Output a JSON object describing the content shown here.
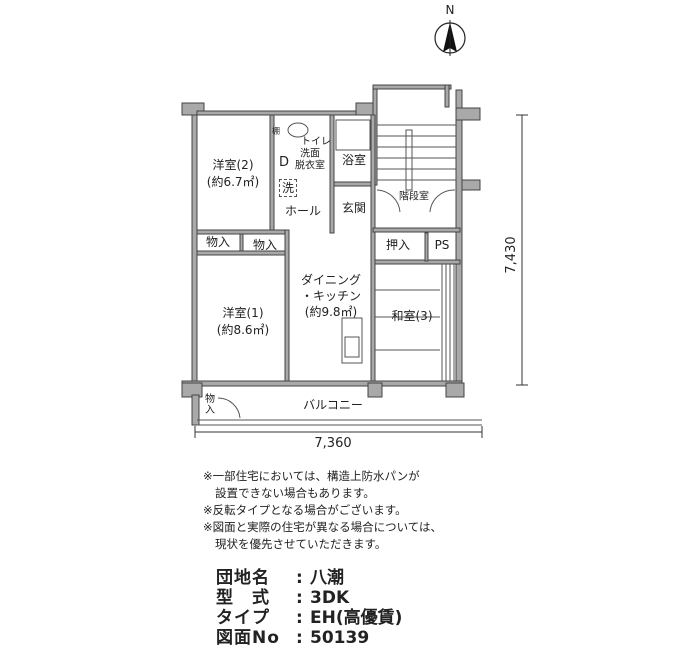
{
  "compass": {
    "label": "N"
  },
  "rooms": {
    "western2": {
      "name": "洋室(2)",
      "area": "(約6.7㎡)"
    },
    "closet_small": "物入",
    "closet_mid": "物入",
    "western1": {
      "name": "洋室(1)",
      "area": "(約8.6㎡)"
    },
    "toilet": "トイレ",
    "washroom": [
      "洗面",
      "脱衣室"
    ],
    "washer": "洗",
    "dryer": "D",
    "shelf": "棚",
    "bath": "浴室",
    "hall": "ホール",
    "entrance": "玄関",
    "stairs": "階段室",
    "dk": {
      "line1": "ダイニング",
      "line2": "・キッチン",
      "area": "(約9.8㎡)"
    },
    "oshiire": "押入",
    "ps": "PS",
    "japanese3": "和室(3)",
    "balcony": "バルコニー",
    "balcony_closet": "物入"
  },
  "dimensions": {
    "width": "7,360",
    "depth": "7,430"
  },
  "notes": [
    [
      "※一部住宅においては、構造上防水パンが",
      "設置できない場合もあります。"
    ],
    [
      "※反転タイプとなる場合がございます。"
    ],
    [
      "※図面と実際の住宅が異なる場合については、",
      "現状を優先させていただきます。"
    ]
  ],
  "info": [
    {
      "key": "団地名",
      "value": "八潮"
    },
    {
      "key": "型　式",
      "value": "3DK"
    },
    {
      "key": "タイプ",
      "value": "EH(高優賃)"
    },
    {
      "key": "図面No",
      "value": "50139"
    }
  ]
}
